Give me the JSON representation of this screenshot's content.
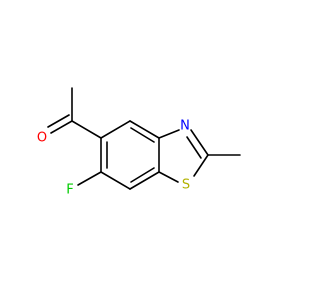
{
  "molecule": {
    "atoms": {
      "oxygen": {
        "symbol": "O",
        "color": "#FF0000"
      },
      "nitrogen": {
        "symbol": "N",
        "color": "#0000FF"
      },
      "sulfur": {
        "symbol": "S",
        "color": "#B2B200"
      },
      "fluorine": {
        "symbol": "F",
        "color": "#00CC00"
      }
    },
    "bond_color": "#000000",
    "background": "#FFFFFF"
  }
}
